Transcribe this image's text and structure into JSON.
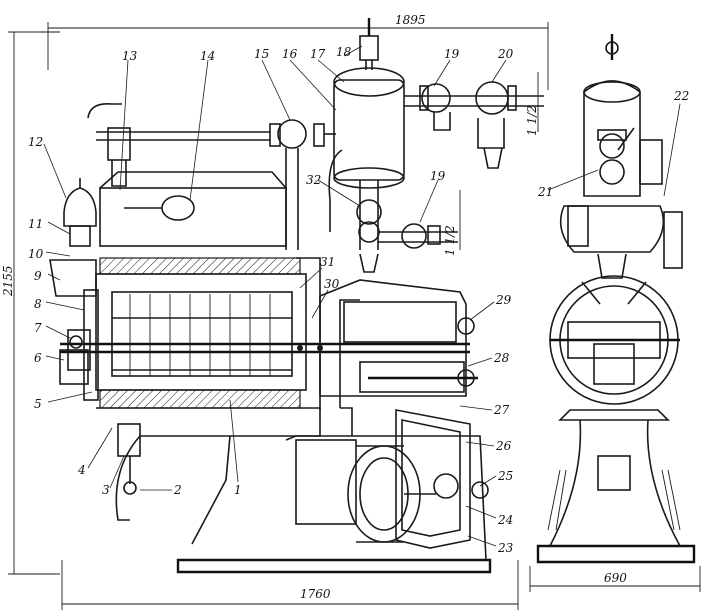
{
  "dimensions": {
    "top_width": "1895",
    "bottom_width": "1760",
    "overall_height": "2155",
    "end_width": "690",
    "pipe_top": "1 1/2",
    "pipe_mid": "1 1/2"
  },
  "callouts": [
    "1",
    "2",
    "3",
    "4",
    "5",
    "6",
    "7",
    "8",
    "9",
    "10",
    "11",
    "12",
    "13",
    "14",
    "15",
    "16",
    "17",
    "18",
    "19",
    "19",
    "20",
    "21",
    "22",
    "23",
    "24",
    "25",
    "26",
    "27",
    "28",
    "29",
    "30",
    "31",
    "32"
  ]
}
